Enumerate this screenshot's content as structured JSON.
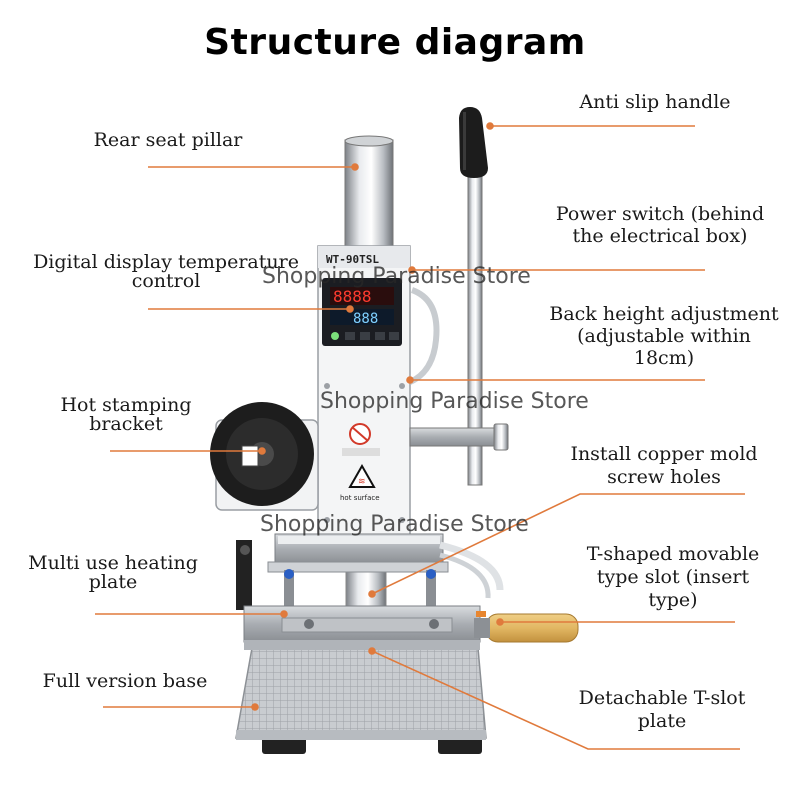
{
  "title": "Structure diagram",
  "colors": {
    "leader": "#e07a3c",
    "accent": "#e8862f",
    "handle_wood": "#e2b763",
    "display_red": "#ff3b2f"
  },
  "labels": {
    "anti_slip_handle": "Anti slip handle",
    "rear_seat_pillar": "Rear seat pillar",
    "power_switch": [
      "Power switch (behind",
      "the electrical box)"
    ],
    "digital_display": [
      "Digital display temperature",
      "control"
    ],
    "back_height": [
      "Back height adjustment",
      "(adjustable within",
      "18cm)"
    ],
    "hot_stamping_bracket": [
      "Hot stamping",
      "bracket"
    ],
    "copper_mold": [
      "Install copper mold",
      "screw holes"
    ],
    "heating_plate": [
      "Multi use heating",
      "plate"
    ],
    "t_slot": [
      "T-shaped movable",
      "type slot (insert",
      "type)"
    ],
    "full_base": "Full version base",
    "detachable_plate": [
      "Detachable T-slot",
      "plate"
    ]
  },
  "watermark": "Shopping Paradise Store",
  "machine": {
    "model": "WT-90TSL",
    "warning_text": "hot surface"
  }
}
